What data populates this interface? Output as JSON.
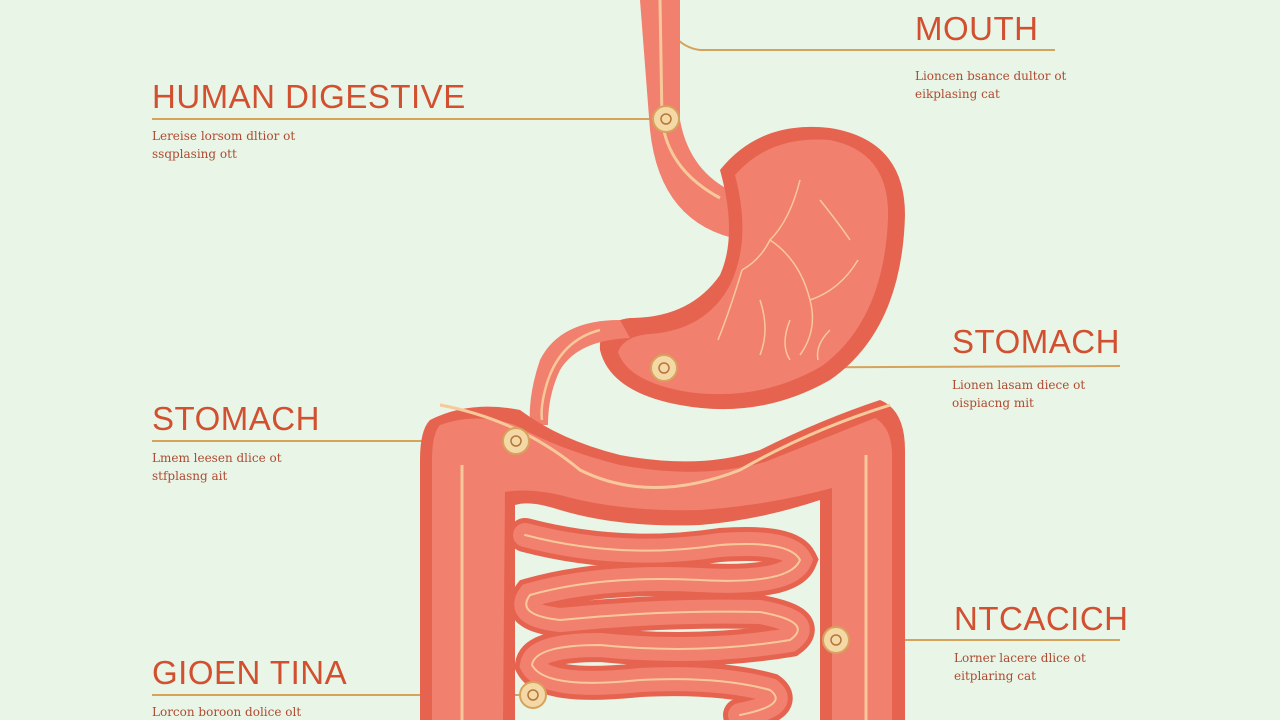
{
  "colors": {
    "background": "#e8f5e7",
    "organ": "#f1806e",
    "organ_dark": "#e6644f",
    "organ_light": "#f59a86",
    "highlight": "#f7c99a",
    "label": "#d2502f",
    "leader_line": "#d6a35c",
    "marker_fill": "#f4d9a6"
  },
  "labels": {
    "mouth": {
      "title": "MOUTH",
      "desc_line1": "Lioncen bsance dultor ot",
      "desc_line2": "eikplasing cat"
    },
    "human_digestive": {
      "title": "HUMAN DIGESTIVE",
      "desc_line1": "Lereise lorsom dltior ot",
      "desc_line2": "ssqplasing ott"
    },
    "stomach_right": {
      "title": "STOMACH",
      "desc_line1": "Lionen lasam diece ot",
      "desc_line2": "oispiacng mit"
    },
    "stomach_left": {
      "title": "STOMACH",
      "desc_line1": "Lmem leesen dlice ot",
      "desc_line2": "stfplasng ait"
    },
    "ntcach": {
      "title": "NTCACICH",
      "desc_line1": "Lorner lacere dlice ot",
      "desc_line2": "eitplaring cat"
    },
    "gioen_tina": {
      "title": "GIOEN TINA",
      "desc_line1": "Lorcon boroon dolice olt"
    }
  },
  "icons": {
    "marker": "pointer-marker-icon"
  }
}
